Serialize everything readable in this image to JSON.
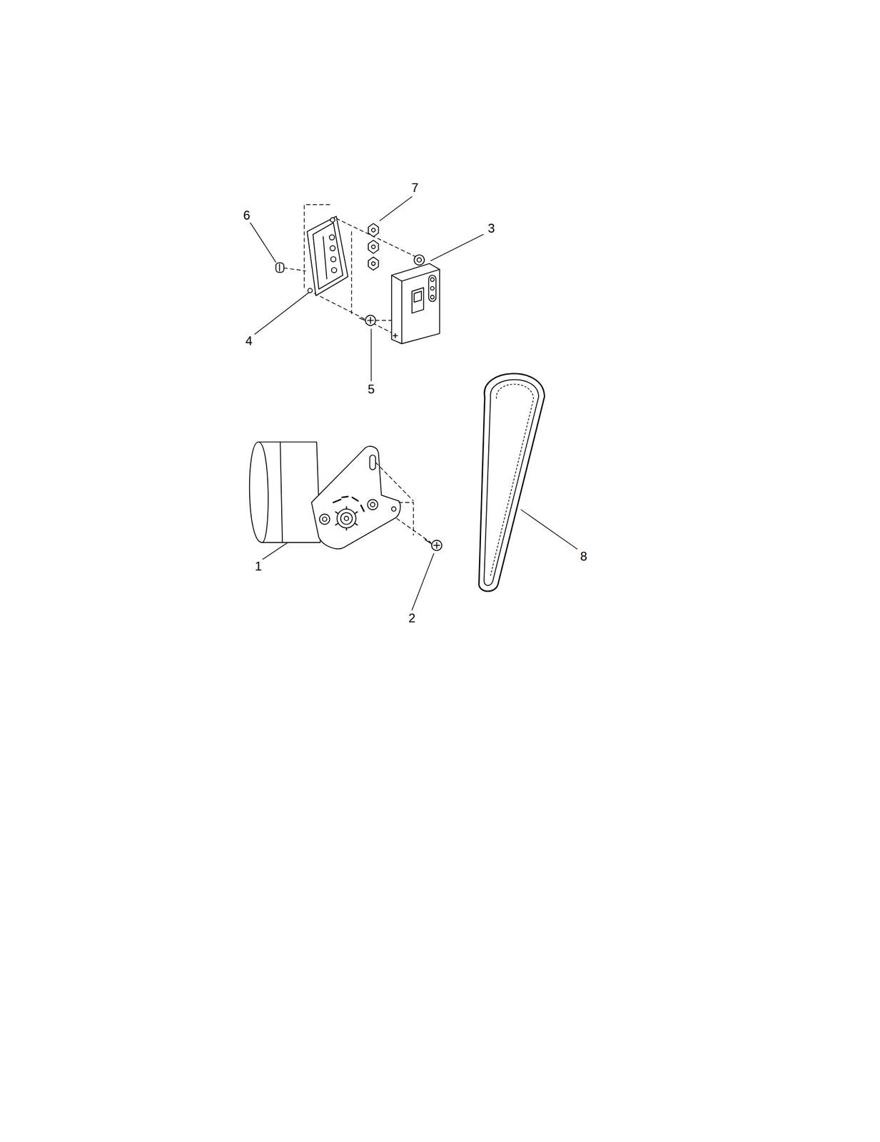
{
  "diagram": {
    "labels": [
      "7",
      "6",
      "3",
      "4",
      "5",
      "8",
      "1",
      "2"
    ]
  }
}
